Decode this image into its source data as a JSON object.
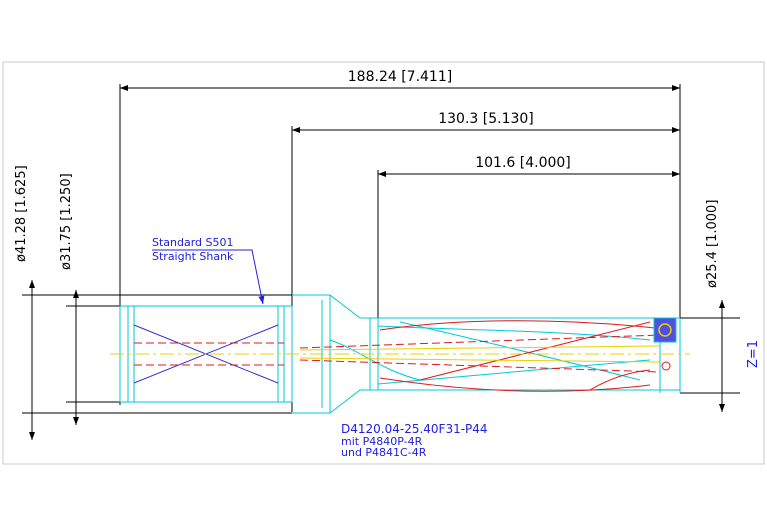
{
  "dimensions": {
    "overall_length": "188.24 [7.411]",
    "body_length": "130.3 [5.130]",
    "flute_length": "101.6 [4.000]",
    "flange_diameter": "ø41.28 [1.625]",
    "shank_diameter": "ø31.75 [1.250]",
    "drill_diameter": "ø25.4 [1.000]",
    "flutes": "Z=1"
  },
  "shank_note": {
    "line1": "Standard S501",
    "line2": "Straight Shank"
  },
  "part_label": {
    "line1": "D4120.04-25.40F31-P44",
    "line2": "mit P4840P-4R",
    "line3": "und P4841C-4R"
  },
  "colors": {
    "frame": "#c8c8c8",
    "dimension": "#000000",
    "outline": "#00c8d8",
    "cutting": "#e01818",
    "centerline": "#e8d000",
    "note": "#2020e0"
  }
}
